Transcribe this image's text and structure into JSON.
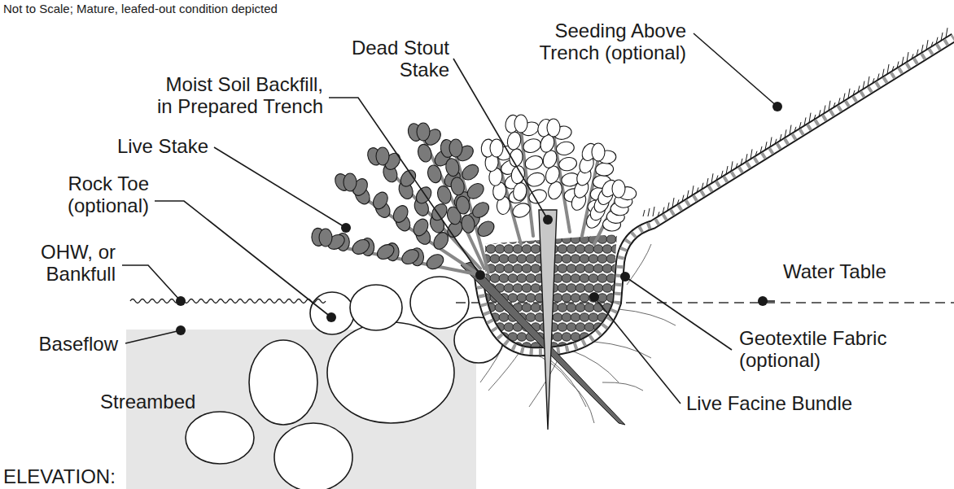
{
  "diagram": {
    "labels": [
      "Not to Scale; Mature, leafed-out condition depicted",
      "Seeding Above Trench (optional)",
      "Dead Stout Stake",
      "Moist Soil Backfill, in Prepared Trench",
      "Live Stake",
      "Rock Toe (optional)",
      "OHW, or Bankfull",
      "Water Table",
      "Baseflow",
      "Geotextile Fabric (optional)",
      "Streambed",
      "Live Facine Bundle",
      "ELEVATION:"
    ]
  }
}
